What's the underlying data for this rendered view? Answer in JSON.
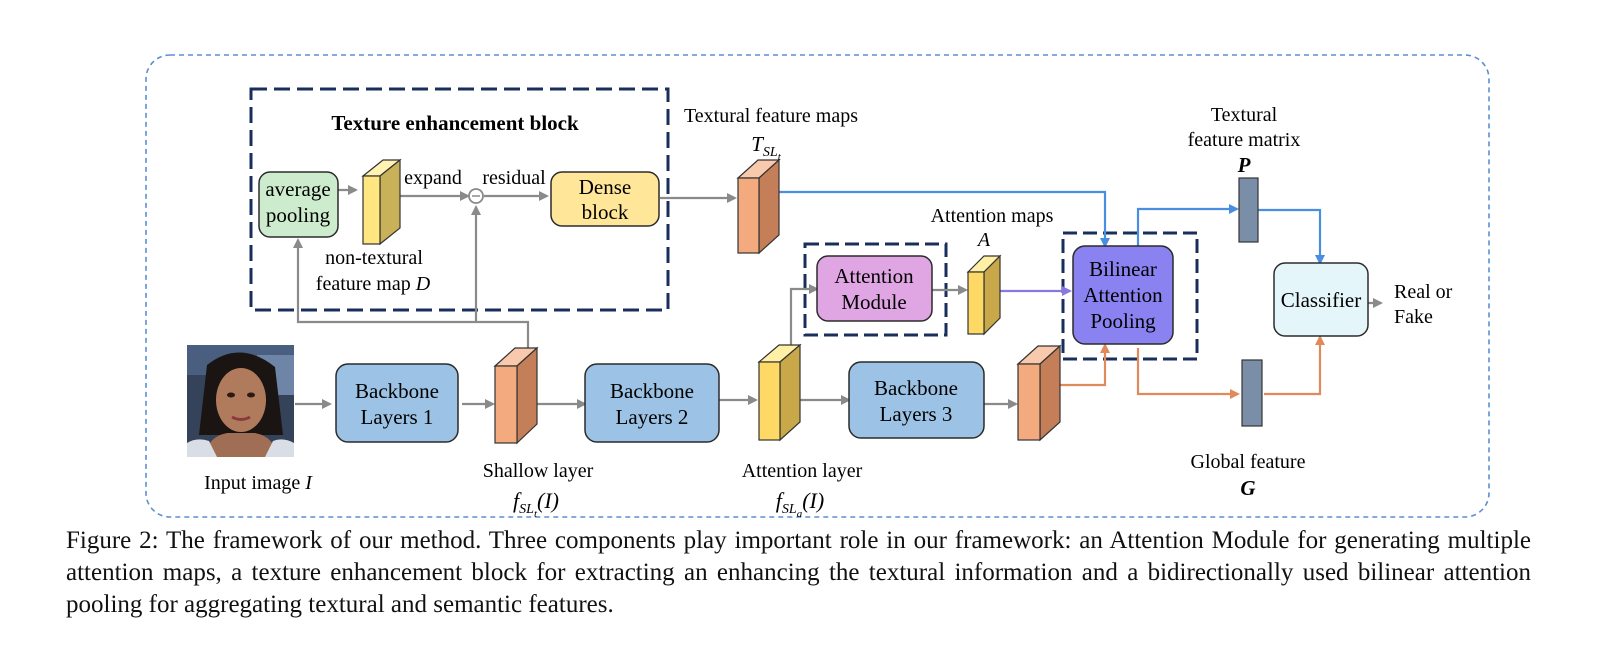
{
  "texture_block": {
    "title": "Texture enhancement block",
    "avg_pool_line1": "average",
    "avg_pool_line2": "pooling",
    "expand": "expand",
    "residual": "residual",
    "dense_line1": "Dense",
    "dense_line2": "block",
    "nontex_line1": "non-textural",
    "nontex_line2": "feature map ",
    "nontex_symbol": "D"
  },
  "textural_maps": {
    "label": "Textural feature maps",
    "symbol": "T",
    "sub": "SL",
    "subsub": "t"
  },
  "attention_maps": {
    "label": "Attention maps",
    "symbol": "A"
  },
  "attention_module": {
    "line1": "Attention",
    "line2": "Module"
  },
  "bap": {
    "line1": "Bilinear",
    "line2": "Attention",
    "line3": "Pooling"
  },
  "textural_matrix": {
    "line1": "Textural",
    "line2": "feature matrix",
    "symbol": "P"
  },
  "classifier": {
    "label": "Classifier"
  },
  "output": {
    "line1": "Real or",
    "line2": "Fake"
  },
  "input": {
    "label": "Input image ",
    "symbol": "I"
  },
  "backbone1": {
    "line1": "Backbone",
    "line2": "Layers 1"
  },
  "backbone2": {
    "line1": "Backbone",
    "line2": "Layers 2"
  },
  "backbone3": {
    "line1": "Backbone",
    "line2": "Layers 3"
  },
  "shallow": {
    "label": "Shallow layer",
    "f": "f",
    "sub": "SL",
    "subsub": "t",
    "arg": "(I)"
  },
  "attention_layer": {
    "label": "Attention layer",
    "f": "f",
    "sub": "SL",
    "subsub": "a",
    "arg": "(I)"
  },
  "global_feature": {
    "label": "Global feature",
    "symbol": "G"
  },
  "caption": "Figure 2: The framework of our method. Three components play important role in our framework: an Attention Module for generating multiple attention maps, a texture enhancement block for extracting an enhancing the textural information and a bidirectionally used bilinear attention pooling for aggregating textural and semantic features.",
  "colors": {
    "outer_border": "#5b8fd0",
    "dashed_box": "#1a2e5c",
    "gray_arrow": "#8a8a8a",
    "blue_arrow": "#4a8ee0",
    "orange_arrow": "#e08a5c",
    "purple_arrow": "#8878e0",
    "backbone_fill": "#9cc3e6",
    "avg_pool_fill": "#cdeccd",
    "dense_fill": "#ffe699",
    "attention_module_fill": "#e0a6e4",
    "bap_fill": "#8a82f0",
    "classifier_fill": "#e4f6fa",
    "orange_block": "#f2aa7e",
    "yellow_block": "#ffd966",
    "feature_vector": "#7a8ea8"
  }
}
